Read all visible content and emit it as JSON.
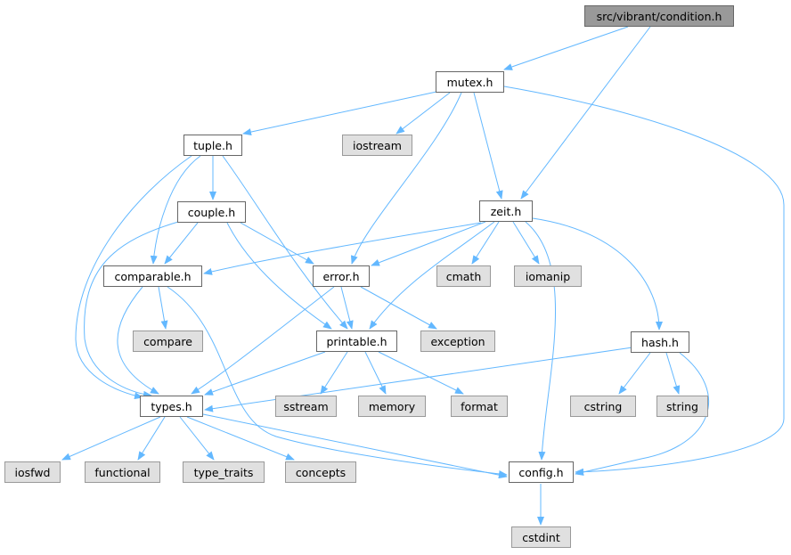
{
  "graph": {
    "title": "src/vibrant/condition.h",
    "edge_color": "#63b8ff",
    "nodes": {
      "cond": {
        "label": "src/vibrant/condition.h",
        "kind": "root"
      },
      "mutex": {
        "label": "mutex.h",
        "kind": "local"
      },
      "iostream": {
        "label": "iostream",
        "kind": "system"
      },
      "tuple": {
        "label": "tuple.h",
        "kind": "local"
      },
      "zeit": {
        "label": "zeit.h",
        "kind": "local"
      },
      "couple": {
        "label": "couple.h",
        "kind": "local"
      },
      "comparable": {
        "label": "comparable.h",
        "kind": "local"
      },
      "error": {
        "label": "error.h",
        "kind": "local"
      },
      "cmath": {
        "label": "cmath",
        "kind": "system"
      },
      "iomanip": {
        "label": "iomanip",
        "kind": "system"
      },
      "hash": {
        "label": "hash.h",
        "kind": "local"
      },
      "compare": {
        "label": "compare",
        "kind": "system"
      },
      "printable": {
        "label": "printable.h",
        "kind": "local"
      },
      "exception": {
        "label": "exception",
        "kind": "system"
      },
      "types": {
        "label": "types.h",
        "kind": "local"
      },
      "sstream": {
        "label": "sstream",
        "kind": "system"
      },
      "memory": {
        "label": "memory",
        "kind": "system"
      },
      "format": {
        "label": "format",
        "kind": "system"
      },
      "cstring": {
        "label": "cstring",
        "kind": "system"
      },
      "string": {
        "label": "string",
        "kind": "system"
      },
      "iosfwd": {
        "label": "iosfwd",
        "kind": "system"
      },
      "functional": {
        "label": "functional",
        "kind": "system"
      },
      "type_traits": {
        "label": "type_traits",
        "kind": "system"
      },
      "concepts": {
        "label": "concepts",
        "kind": "system"
      },
      "config": {
        "label": "config.h",
        "kind": "local"
      },
      "cstdint": {
        "label": "cstdint",
        "kind": "system"
      }
    },
    "edges": [
      [
        "cond",
        "mutex"
      ],
      [
        "cond",
        "zeit"
      ],
      [
        "mutex",
        "tuple"
      ],
      [
        "mutex",
        "iostream"
      ],
      [
        "mutex",
        "error"
      ],
      [
        "mutex",
        "zeit"
      ],
      [
        "mutex",
        "config"
      ],
      [
        "tuple",
        "couple"
      ],
      [
        "tuple",
        "comparable"
      ],
      [
        "tuple",
        "printable"
      ],
      [
        "tuple",
        "types"
      ],
      [
        "couple",
        "comparable"
      ],
      [
        "couple",
        "error"
      ],
      [
        "couple",
        "printable"
      ],
      [
        "couple",
        "types"
      ],
      [
        "zeit",
        "comparable"
      ],
      [
        "zeit",
        "error"
      ],
      [
        "zeit",
        "printable"
      ],
      [
        "zeit",
        "cmath"
      ],
      [
        "zeit",
        "iomanip"
      ],
      [
        "zeit",
        "hash"
      ],
      [
        "zeit",
        "config"
      ],
      [
        "comparable",
        "compare"
      ],
      [
        "comparable",
        "types"
      ],
      [
        "comparable",
        "config"
      ],
      [
        "error",
        "printable"
      ],
      [
        "error",
        "exception"
      ],
      [
        "error",
        "types"
      ],
      [
        "printable",
        "types"
      ],
      [
        "printable",
        "sstream"
      ],
      [
        "printable",
        "memory"
      ],
      [
        "printable",
        "format"
      ],
      [
        "hash",
        "types"
      ],
      [
        "hash",
        "cstring"
      ],
      [
        "hash",
        "string"
      ],
      [
        "hash",
        "config"
      ],
      [
        "types",
        "iosfwd"
      ],
      [
        "types",
        "functional"
      ],
      [
        "types",
        "type_traits"
      ],
      [
        "types",
        "concepts"
      ],
      [
        "types",
        "config"
      ],
      [
        "config",
        "cstdint"
      ]
    ]
  }
}
